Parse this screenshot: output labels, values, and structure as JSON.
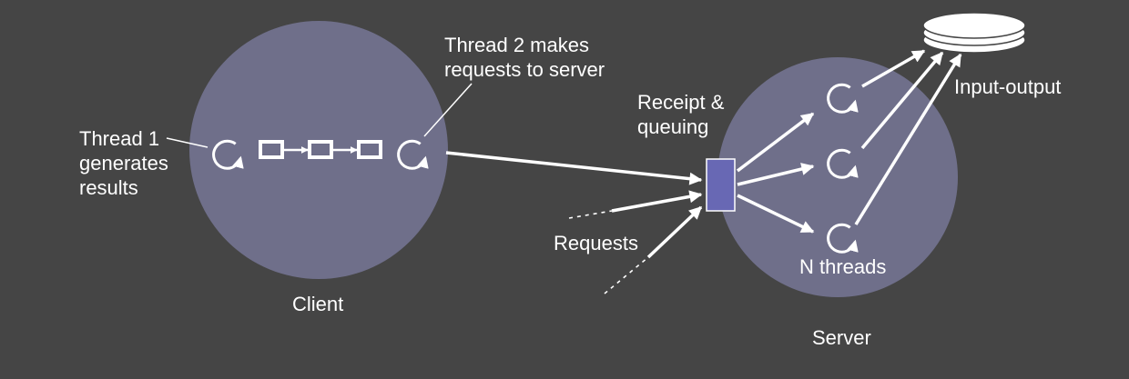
{
  "colors": {
    "background": "#454545",
    "circle_fill": "#6f6f8a",
    "queue_fill": "#6868b4",
    "stroke": "#ffffff"
  },
  "labels": {
    "thread1": [
      "Thread 1",
      "generates",
      "results"
    ],
    "thread2": [
      "Thread 2 makes",
      "requests to server"
    ],
    "client": "Client",
    "receipt": [
      "Receipt &",
      "queuing"
    ],
    "requests": "Requests",
    "n_threads": "N threads",
    "server": "Server",
    "input_output": "Input-output"
  },
  "icons": {
    "thread": "circular-arrow-icon",
    "disk": "disk-icon",
    "buffer": "buffer-box-icon"
  }
}
